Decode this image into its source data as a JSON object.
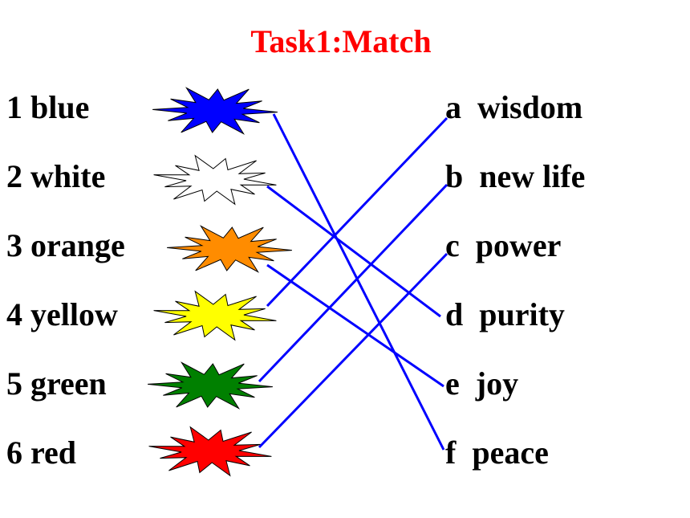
{
  "title": "Task1:Match",
  "colors": [
    {
      "label": "1 blue",
      "fill": "#0000ff"
    },
    {
      "label": "2 white",
      "fill": "#ffffff"
    },
    {
      "label": "3 orange",
      "fill": "#ff8c00"
    },
    {
      "label": "4 yellow",
      "fill": "#ffff00"
    },
    {
      "label": "5 green",
      "fill": "#008000"
    },
    {
      "label": "6 red",
      "fill": "#ff0000"
    }
  ],
  "meanings": [
    {
      "label": "a  wisdom"
    },
    {
      "label": "b  new life"
    },
    {
      "label": "c  power"
    },
    {
      "label": "d  purity"
    },
    {
      "label": "e  joy"
    },
    {
      "label": "f  peace"
    }
  ],
  "matches": [
    {
      "color": "1 blue",
      "meaning": "f  peace"
    },
    {
      "color": "2 white",
      "meaning": "d  purity"
    },
    {
      "color": "3 orange",
      "meaning": "e  joy"
    },
    {
      "color": "4 yellow",
      "meaning": "a  wisdom"
    },
    {
      "color": "5 green",
      "meaning": "b  new life"
    },
    {
      "color": "6 red",
      "meaning": "c  power"
    }
  ],
  "line_color": "#0000ff"
}
